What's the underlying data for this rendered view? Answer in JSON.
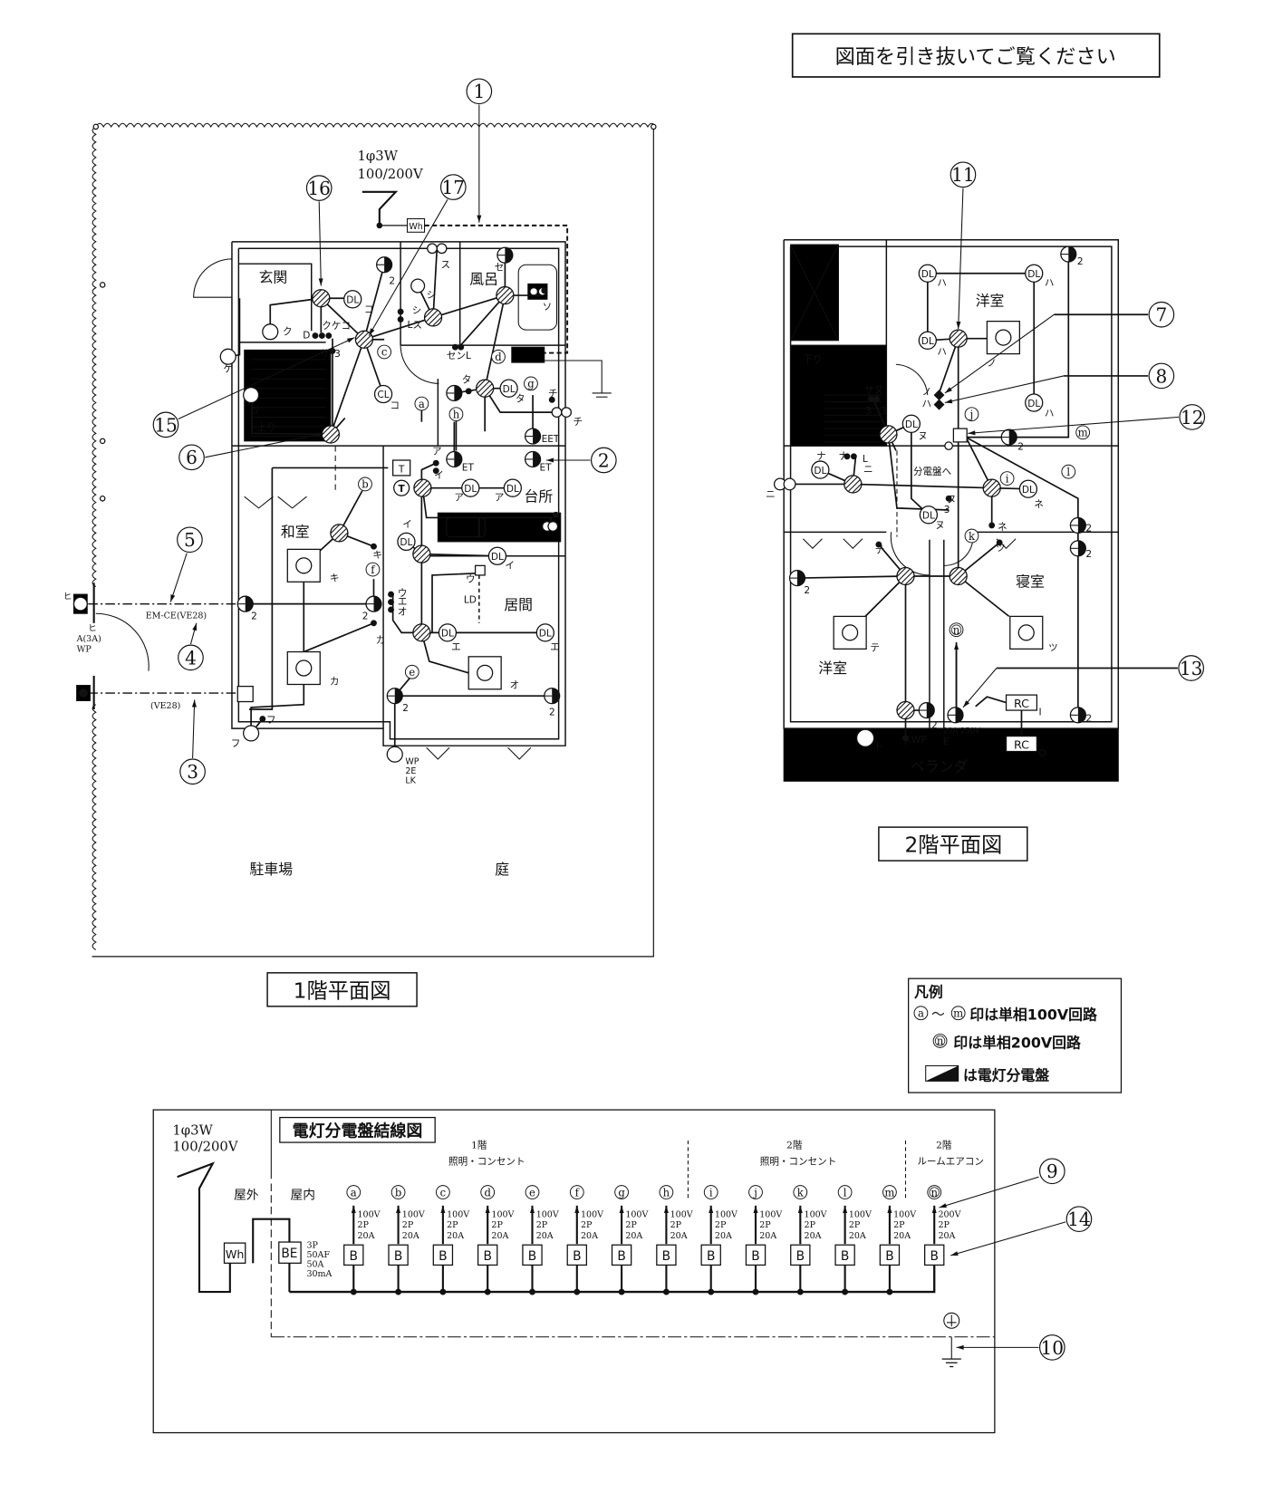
{
  "banner": "図面を引き抜いてご覧ください",
  "floor1": {
    "title": "1階平面図",
    "supply": [
      "1φ3W",
      "100/200V"
    ],
    "meter": "Wh",
    "rooms": [
      "玄関",
      "風呂",
      "台所",
      "和室",
      "居間",
      "駐車場",
      "庭"
    ],
    "callouts": [
      "1",
      "16",
      "17",
      "15",
      "6",
      "2",
      "5",
      "4",
      "3"
    ],
    "dl_label": "DL",
    "cl_label": "CL",
    "timer_label": "T",
    "circuit_marks": [
      "a",
      "b",
      "c",
      "d",
      "e",
      "f",
      "g",
      "h"
    ],
    "labels": [
      "コ",
      "ク",
      "クケコ",
      "D",
      "サ",
      "3",
      "ケ",
      "2",
      "ス",
      "シ",
      "シ",
      "Lス",
      "セ",
      "ソ",
      "センL",
      "コ",
      "タ",
      "タ",
      "チ",
      "チ",
      "サ",
      "上り",
      "EET",
      "ET",
      "ET",
      "ア",
      "イ",
      "ア",
      "ア",
      "イ",
      "イ",
      "キ",
      "キ",
      "ウ",
      "LD",
      "ウ",
      "エ",
      "オ",
      "2",
      "2",
      "カ",
      "カ",
      "エ",
      "エ",
      "オ",
      "2",
      "2",
      "フ",
      "フ",
      "WP",
      "2E",
      "LK",
      "ヒ",
      "ヒ",
      "A(3A)",
      "WP",
      "EM-CE(VE28)",
      "(VE28)"
    ]
  },
  "floor2": {
    "title": "2階平面図",
    "rooms": [
      "洋室",
      "寝室",
      "洋室",
      "ベランダ"
    ],
    "callouts": [
      "11",
      "7",
      "8",
      "12",
      "13"
    ],
    "dl_label": "DL",
    "rc_label": "RC",
    "circuit_marks": [
      "j",
      "m",
      "i",
      "l",
      "k",
      "n"
    ],
    "labels": [
      "ハ",
      "ハ",
      "ハ",
      "ハ",
      "2",
      "ノ",
      "ノ",
      "ハ",
      "下り",
      "サヌ",
      "3",
      "3",
      "ヌ",
      "ナ",
      "ナ",
      "L",
      "ニ",
      "分電盤へ",
      "ニ",
      "ヌ",
      "3",
      "ヌ",
      "ネ",
      "ネ",
      "ツ",
      "2",
      "2",
      "2",
      "テ",
      "2",
      "テ",
      "ツ",
      "2",
      "20A 250V",
      "E",
      "2",
      "ト",
      "WP",
      "ト",
      "I",
      "O"
    ]
  },
  "legend": {
    "title": "凡例",
    "range_from": "a",
    "range_sep": "～",
    "range_to": "m",
    "line1": "印は単相100V回路",
    "mark_200": "n",
    "line2": "印は単相200V回路",
    "line3": "は電灯分電盤"
  },
  "panel": {
    "title": "電灯分電盤結線図",
    "supply": [
      "1φ3W",
      "100/200V"
    ],
    "outdoor": "屋外",
    "indoor": "屋内",
    "meter": "Wh",
    "main_breaker": "BE",
    "main_breaker_rating": [
      "3P",
      "50AF",
      "50A",
      "30mA"
    ],
    "groups": [
      {
        "floor": "1階",
        "use": "照明・コンセント"
      },
      {
        "floor": "2階",
        "use": "照明・コンセント"
      },
      {
        "floor": "2階",
        "use": "ルームエアコン"
      }
    ],
    "callouts": [
      "9",
      "14",
      "10"
    ],
    "circuits": [
      {
        "mark": "a",
        "rating": [
          "100V",
          "2P",
          "20A"
        ],
        "breaker": "B"
      },
      {
        "mark": "b",
        "rating": [
          "100V",
          "2P",
          "20A"
        ],
        "breaker": "B"
      },
      {
        "mark": "c",
        "rating": [
          "100V",
          "2P",
          "20A"
        ],
        "breaker": "B"
      },
      {
        "mark": "d",
        "rating": [
          "100V",
          "2P",
          "20A"
        ],
        "breaker": "B"
      },
      {
        "mark": "e",
        "rating": [
          "100V",
          "2P",
          "20A"
        ],
        "breaker": "B"
      },
      {
        "mark": "f",
        "rating": [
          "100V",
          "2P",
          "20A"
        ],
        "breaker": "B"
      },
      {
        "mark": "g",
        "rating": [
          "100V",
          "2P",
          "20A"
        ],
        "breaker": "B"
      },
      {
        "mark": "h",
        "rating": [
          "100V",
          "2P",
          "20A"
        ],
        "breaker": "B"
      },
      {
        "mark": "i",
        "rating": [
          "100V",
          "2P",
          "20A"
        ],
        "breaker": "B"
      },
      {
        "mark": "j",
        "rating": [
          "100V",
          "2P",
          "20A"
        ],
        "breaker": "B"
      },
      {
        "mark": "k",
        "rating": [
          "100V",
          "2P",
          "20A"
        ],
        "breaker": "B"
      },
      {
        "mark": "l",
        "rating": [
          "100V",
          "2P",
          "20A"
        ],
        "breaker": "B"
      },
      {
        "mark": "m",
        "rating": [
          "100V",
          "2P",
          "20A"
        ],
        "breaker": "B"
      },
      {
        "mark": "n",
        "rating": [
          "200V",
          "2P",
          "20A"
        ],
        "breaker": "B"
      }
    ]
  }
}
